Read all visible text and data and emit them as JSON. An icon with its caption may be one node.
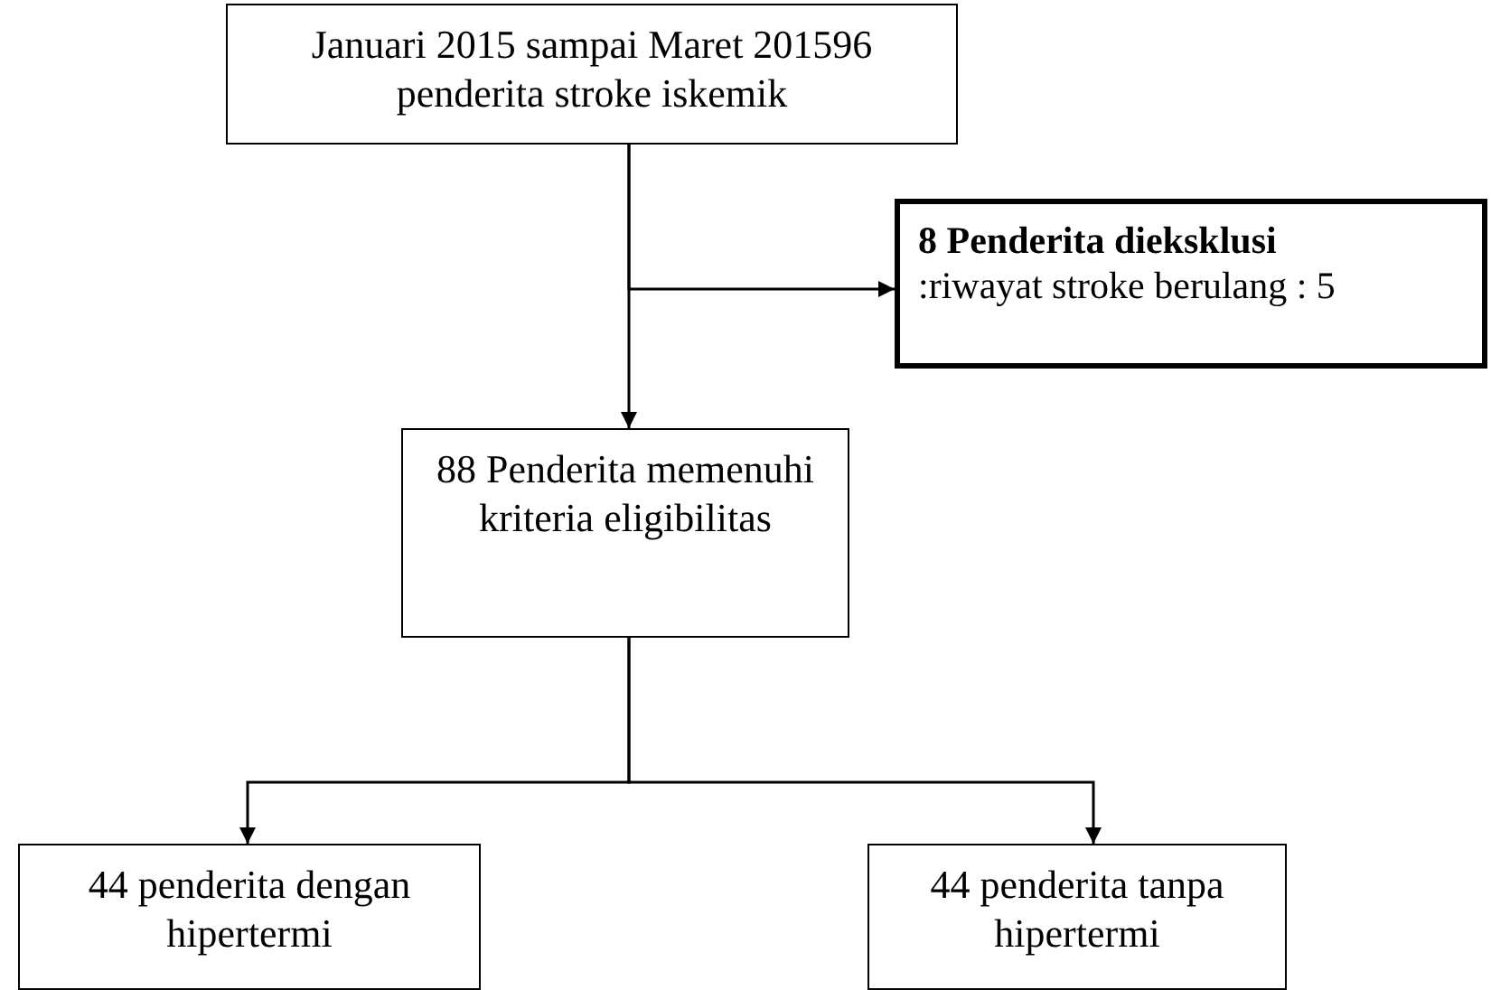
{
  "diagram": {
    "nodes": [
      {
        "text": [
          "Januari 2015 sampai Maret 201596 penderita stroke iskemik"
        ]
      },
      {
        "text": [
          "8 Penderita dieksklusi",
          ":riwayat stroke berulang : 5"
        ]
      },
      {
        "text": [
          "88 Penderita memenuhi kriteria eligibilitas"
        ]
      },
      {
        "text": [
          "44 penderita dengan hipertermi"
        ]
      },
      {
        "text": [
          "44 penderita tanpa hipertermi"
        ]
      }
    ],
    "edges": [
      {
        "from": 0,
        "to": 2,
        "arrow": "to"
      },
      {
        "from": 0,
        "to": 1,
        "arrow": "to"
      },
      {
        "from": 2,
        "to": 3,
        "arrow": "to"
      },
      {
        "from": 2,
        "to": 4,
        "arrow": "to"
      }
    ]
  }
}
